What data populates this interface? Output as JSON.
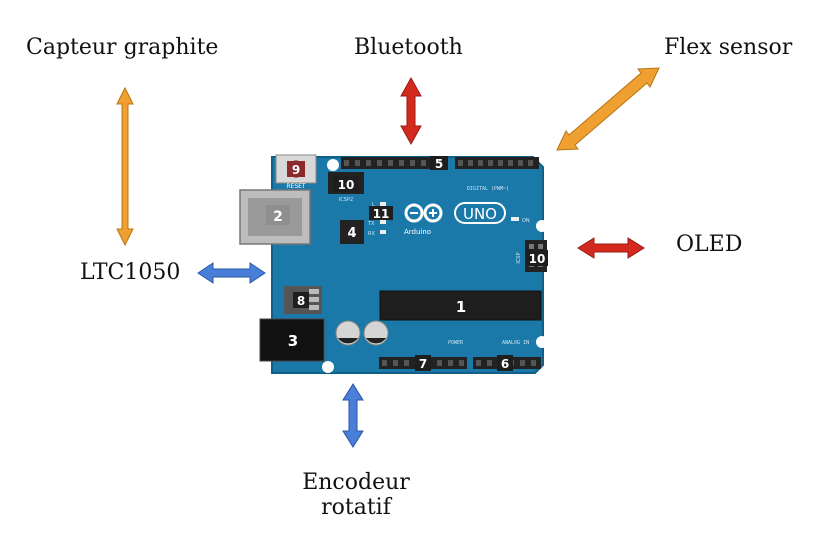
{
  "labels": {
    "capteur": "Capteur graphite",
    "bluetooth": "Bluetooth",
    "flex": "Flex sensor",
    "ltc": "LTC1050",
    "oled": "OLED",
    "encodeur_line1": "Encodeur",
    "encodeur_line2": "rotatif"
  },
  "board": {
    "brand": "Arduino",
    "model": "UNO",
    "reset": "RESET",
    "icsp": "ICSP2",
    "on": "ON",
    "l": "L",
    "tx": "TX",
    "rx": "RX",
    "digital": "DIGITAL (PWM~)",
    "power": "POWER",
    "analog": "ANALOG IN",
    "icsp_side": "ICSP",
    "markers": [
      "1",
      "2",
      "3",
      "4",
      "5",
      "6",
      "7",
      "8",
      "9",
      "10",
      "10",
      "11"
    ]
  },
  "colors": {
    "board": "#1a79a9",
    "board_edge": "#0f5f87",
    "arrow_orange": "#f0a030",
    "arrow_red": "#d42a1e",
    "arrow_blue": "#4a7fd9",
    "header": "#222222",
    "marker_bg": "#1e1e1e",
    "marker_text": "#ffffff"
  }
}
